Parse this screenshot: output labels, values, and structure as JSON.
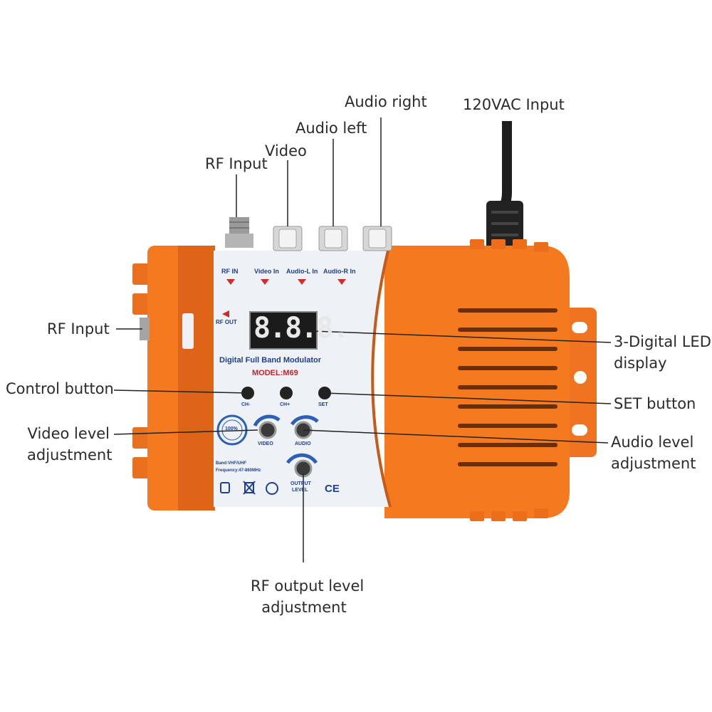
{
  "callouts": {
    "audio_right": "Audio right",
    "ac_input": "120VAC Input",
    "audio_left": "Audio left",
    "video": "Video",
    "rf_input_top": "RF Input",
    "rf_input_side": "RF Input",
    "led_display_line1": "3-Digital LED",
    "led_display_line2": "display",
    "control_button": "Control button",
    "set_button": "SET button",
    "video_level_line1": "Video level",
    "video_level_line2": "adjustment",
    "audio_level_line1": "Audio level",
    "audio_level_line2": "adjustment",
    "rf_output_level_line1": "RF output level",
    "rf_output_level_line2": "adjustment"
  },
  "panel": {
    "rf_in": "RF IN",
    "video_in": "Video In",
    "audio_l_in": "Audio-L In",
    "audio_r_in": "Audio-R In",
    "rf_out": "RF OUT",
    "led_value": "8.8.8.",
    "device_title": "Digital Full Band Modulator",
    "model": "MODEL:M69",
    "ch_minus": "CH-",
    "ch_plus": "CH+",
    "set": "SET",
    "video_knob": "VIDEO",
    "audio_knob": "AUDIO",
    "output_level_1": "OUTPUT",
    "output_level_2": "LEVEL",
    "spec_band": "Band:VHF/UHF",
    "spec_freq": "Frequency:47-860MHz",
    "quality_badge": "100%",
    "ce_mark": "CE"
  },
  "colors": {
    "housing": "#f57a1f",
    "housing_dark": "#d9601a",
    "panel": "#eef1f6",
    "panel_text": "#1f3f8f",
    "model_text": "#c0262b",
    "led_digits": "#e8e8e8",
    "leader_line": "#222222"
  }
}
